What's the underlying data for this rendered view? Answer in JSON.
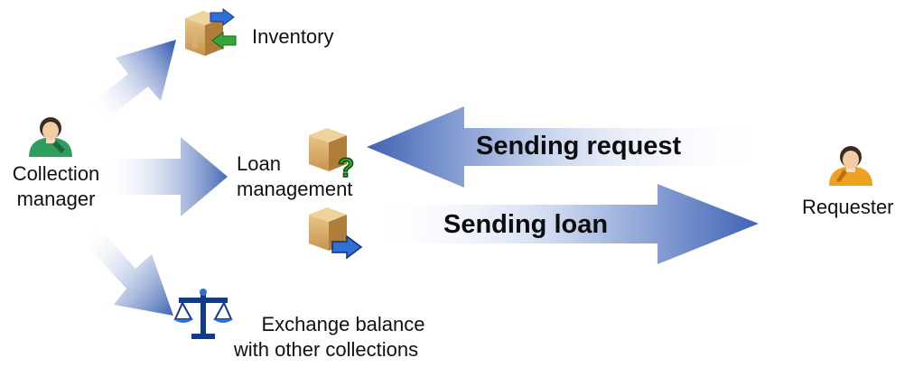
{
  "nodes": {
    "collection_manager": {
      "line1": "Collection",
      "line2": "manager",
      "icon": "person-icon"
    },
    "inventory": {
      "label": "Inventory",
      "icon": "box-exchange-icon"
    },
    "loan_management": {
      "line1": "Loan",
      "line2": "management",
      "icon": "box-question-icon"
    },
    "exchange_balance": {
      "line1": "Exchange balance",
      "line2": "with other collections",
      "icon": "scales-icon"
    },
    "requester": {
      "label": "Requester",
      "icon": "person-icon"
    }
  },
  "flows": {
    "sending_request": "Sending request",
    "sending_loan": "Sending loan"
  },
  "colors": {
    "arrow_dark": "#3f63b4",
    "arrow_light": "#ffffff",
    "box": "#c89a58",
    "question": "#2ea82e",
    "person_shirt_manager": "#2e9e5e",
    "person_shirt_requester": "#f0a020"
  }
}
